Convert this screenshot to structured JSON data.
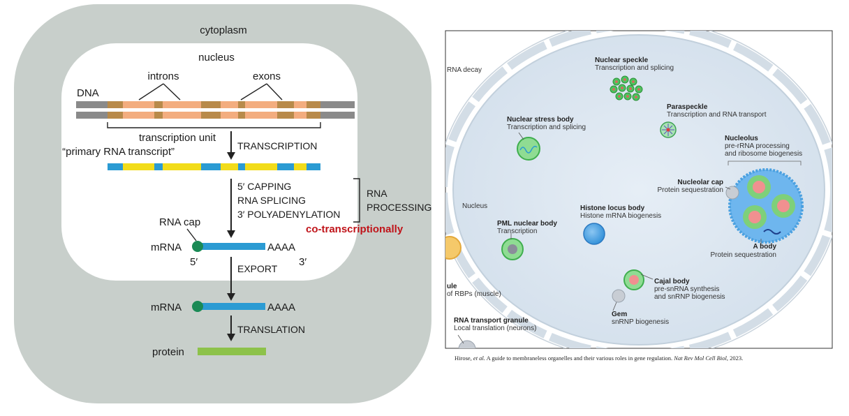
{
  "left": {
    "cytoplasm": "cytoplasm",
    "nucleus": "nucleus",
    "introns": "introns",
    "exons": "exons",
    "dna": "DNA",
    "transcription_unit": "transcription unit",
    "primary_transcript": "“primary RNA transcript”",
    "transcription": "TRANSCRIPTION",
    "capping": "5′ CAPPING",
    "splicing": "RNA SPLICING",
    "polyadenylation": "3′ POLYADENYLATION",
    "rna_processing_1": "RNA",
    "rna_processing_2": "PROCESSING",
    "cotranscriptionally": "co-transcriptionally",
    "rna_cap": "RNA cap",
    "mrna_1": "mRNA",
    "aaaa_1": "AAAA",
    "five_prime": "5′",
    "three_prime": "3′",
    "export": "EXPORT",
    "mrna_2": "mRNA",
    "aaaa_2": "AAAA",
    "translation": "TRANSLATION",
    "protein": "protein"
  },
  "right": {
    "rna_decay": "RNA decay",
    "nuclear_speckle": {
      "name": "Nuclear speckle",
      "desc": "Transcription and splicing"
    },
    "paraspeckle": {
      "name": "Paraspeckle",
      "desc": "Transcription and RNA transport"
    },
    "nuclear_stress_body": {
      "name": "Nuclear stress body",
      "desc": "Transcription and splicing"
    },
    "nucleolus": {
      "name": "Nucleolus",
      "desc1": "pre-rRNA processing",
      "desc2": "and ribosome biogenesis"
    },
    "nucleolar_cap": {
      "name": "Nucleolar cap",
      "desc": "Protein sequestration"
    },
    "nucleus_label": "Nucleus",
    "histone_locus_body": {
      "name": "Histone locus body",
      "desc": "Histone mRNA biogenesis"
    },
    "pml_nuclear_body": {
      "name": "PML nuclear body",
      "desc": "Transcription"
    },
    "a_body": {
      "name": "A body",
      "desc": "Protein sequestration"
    },
    "cajal_body": {
      "name": "Cajal body",
      "desc1": "pre-snRNA synthesis",
      "desc2": "and snRNP biogenesis"
    },
    "gem": {
      "name": "Gem",
      "desc": "snRNP biogenesis"
    },
    "granule_1": "ule",
    "granule_2": "of RBPs (muscle)",
    "rna_transport_granule": {
      "name": "RNA transport granule",
      "desc": "Local translation (neurons)"
    }
  },
  "citation": {
    "authors": "Hirose, ",
    "etal": "et al.",
    "title": " A guide to membraneless organelles and their various roles in gene regulation. ",
    "journal": "Nat Rev Mol Cell Biol",
    "year": ", 2023."
  },
  "colors": {
    "cytoplasm": "#c8cfcb",
    "exon": "#f3ad7f",
    "intron": "#b88a4a",
    "dna_flank": "#8a8a8a",
    "rna_exon": "#f2dc1a",
    "rna_intron": "#2b9bd3",
    "mrna": "#2b9bd3",
    "cap": "#1a8a55",
    "protein": "#8dc24a",
    "accent_red": "#c0141a"
  }
}
